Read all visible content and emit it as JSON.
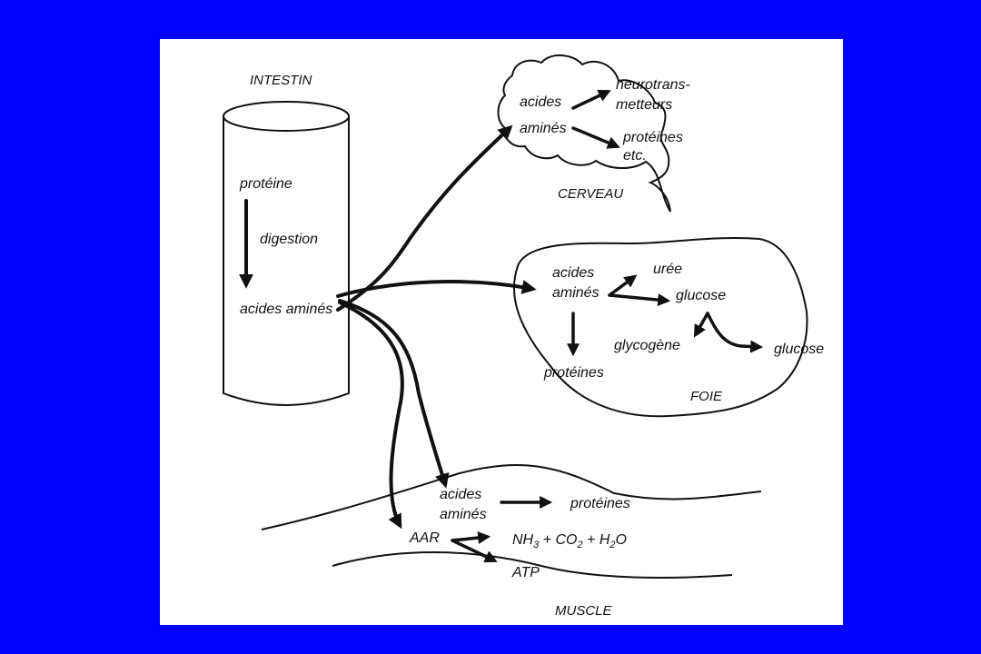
{
  "colors": {
    "background": "#0000ff",
    "panel": "#ffffff",
    "ink": "#111111"
  },
  "intestine": {
    "title": "INTESTIN",
    "protein": "protéine",
    "digestion": "digestion",
    "amino_acids": "acides aminés"
  },
  "brain": {
    "title": "CERVEAU",
    "amino_line1": "acides",
    "amino_line2": "aminés",
    "neuro_line1": "neurotrans-",
    "neuro_line2": "metteurs",
    "proteins_line1": "protéines",
    "proteins_line2": "etc."
  },
  "liver": {
    "title": "FOIE",
    "amino_line1": "acides",
    "amino_line2": "aminés",
    "urea": "urée",
    "glucose": "glucose",
    "glycogen": "glycogène",
    "proteins": "protéines",
    "glucose_out": "glucose"
  },
  "muscle": {
    "title": "MUSCLE",
    "amino_line1": "acides",
    "amino_line2": "aminés",
    "proteins": "protéines",
    "aar": "AAR",
    "products": {
      "nh": "NH",
      "sub3": "3",
      "plus_co": " + CO",
      "sub2a": "2",
      "plus_h": " + H",
      "sub2b": "2",
      "o": "O"
    },
    "atp": "ATP"
  }
}
